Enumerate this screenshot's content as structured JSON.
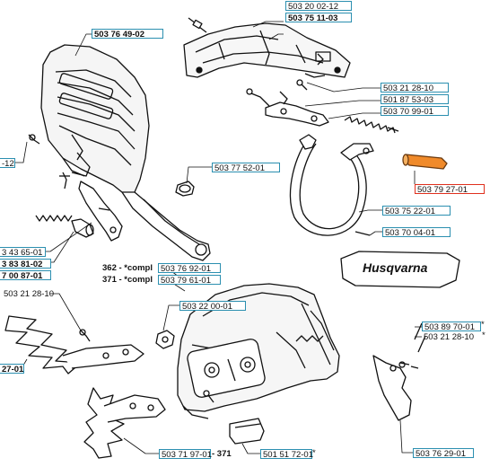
{
  "brand": "Husqvarna",
  "highlight_color": "#e0301e",
  "label_border_color": "#2b8fb0",
  "part_numbers": {
    "top_a": "503 20 02-12",
    "top_b": "503 75 11-03",
    "cover": "503 76 49-02",
    "left_edge_a": "-12",
    "handle_knob": "503 77 52-01",
    "r1": "503 21 28-10",
    "r2": "501 87 53-03",
    "r3": "503 70 99-01",
    "highlighted": "503 79 27-01",
    "band": "503 75 22-01",
    "decal": "503 70 04-01",
    "left_a": "3 43 65-01",
    "left_b": "3 83 81-02",
    "left_c": "7 00 87-01",
    "compl_a": "503 76 92-01",
    "compl_b": "503 79 61-01",
    "screw_left": "503 21 28-10",
    "nut_mid": "503 22 00-01",
    "left_edge_b": "27-01",
    "bottom_a": "503 71 97-01",
    "bottom_b": "501 51 72-01",
    "bottom_right": "503 76 29-01",
    "right_a": "503 89 70-01",
    "right_b": "503 21 28-10"
  },
  "compl_text_a": "362 - *compl",
  "compl_text_b": "371 - *compl",
  "bottom_a_suffix": "- 371",
  "bottom_b_suffix": "*",
  "right_a_suffix": "*",
  "right_b_suffix": "*"
}
